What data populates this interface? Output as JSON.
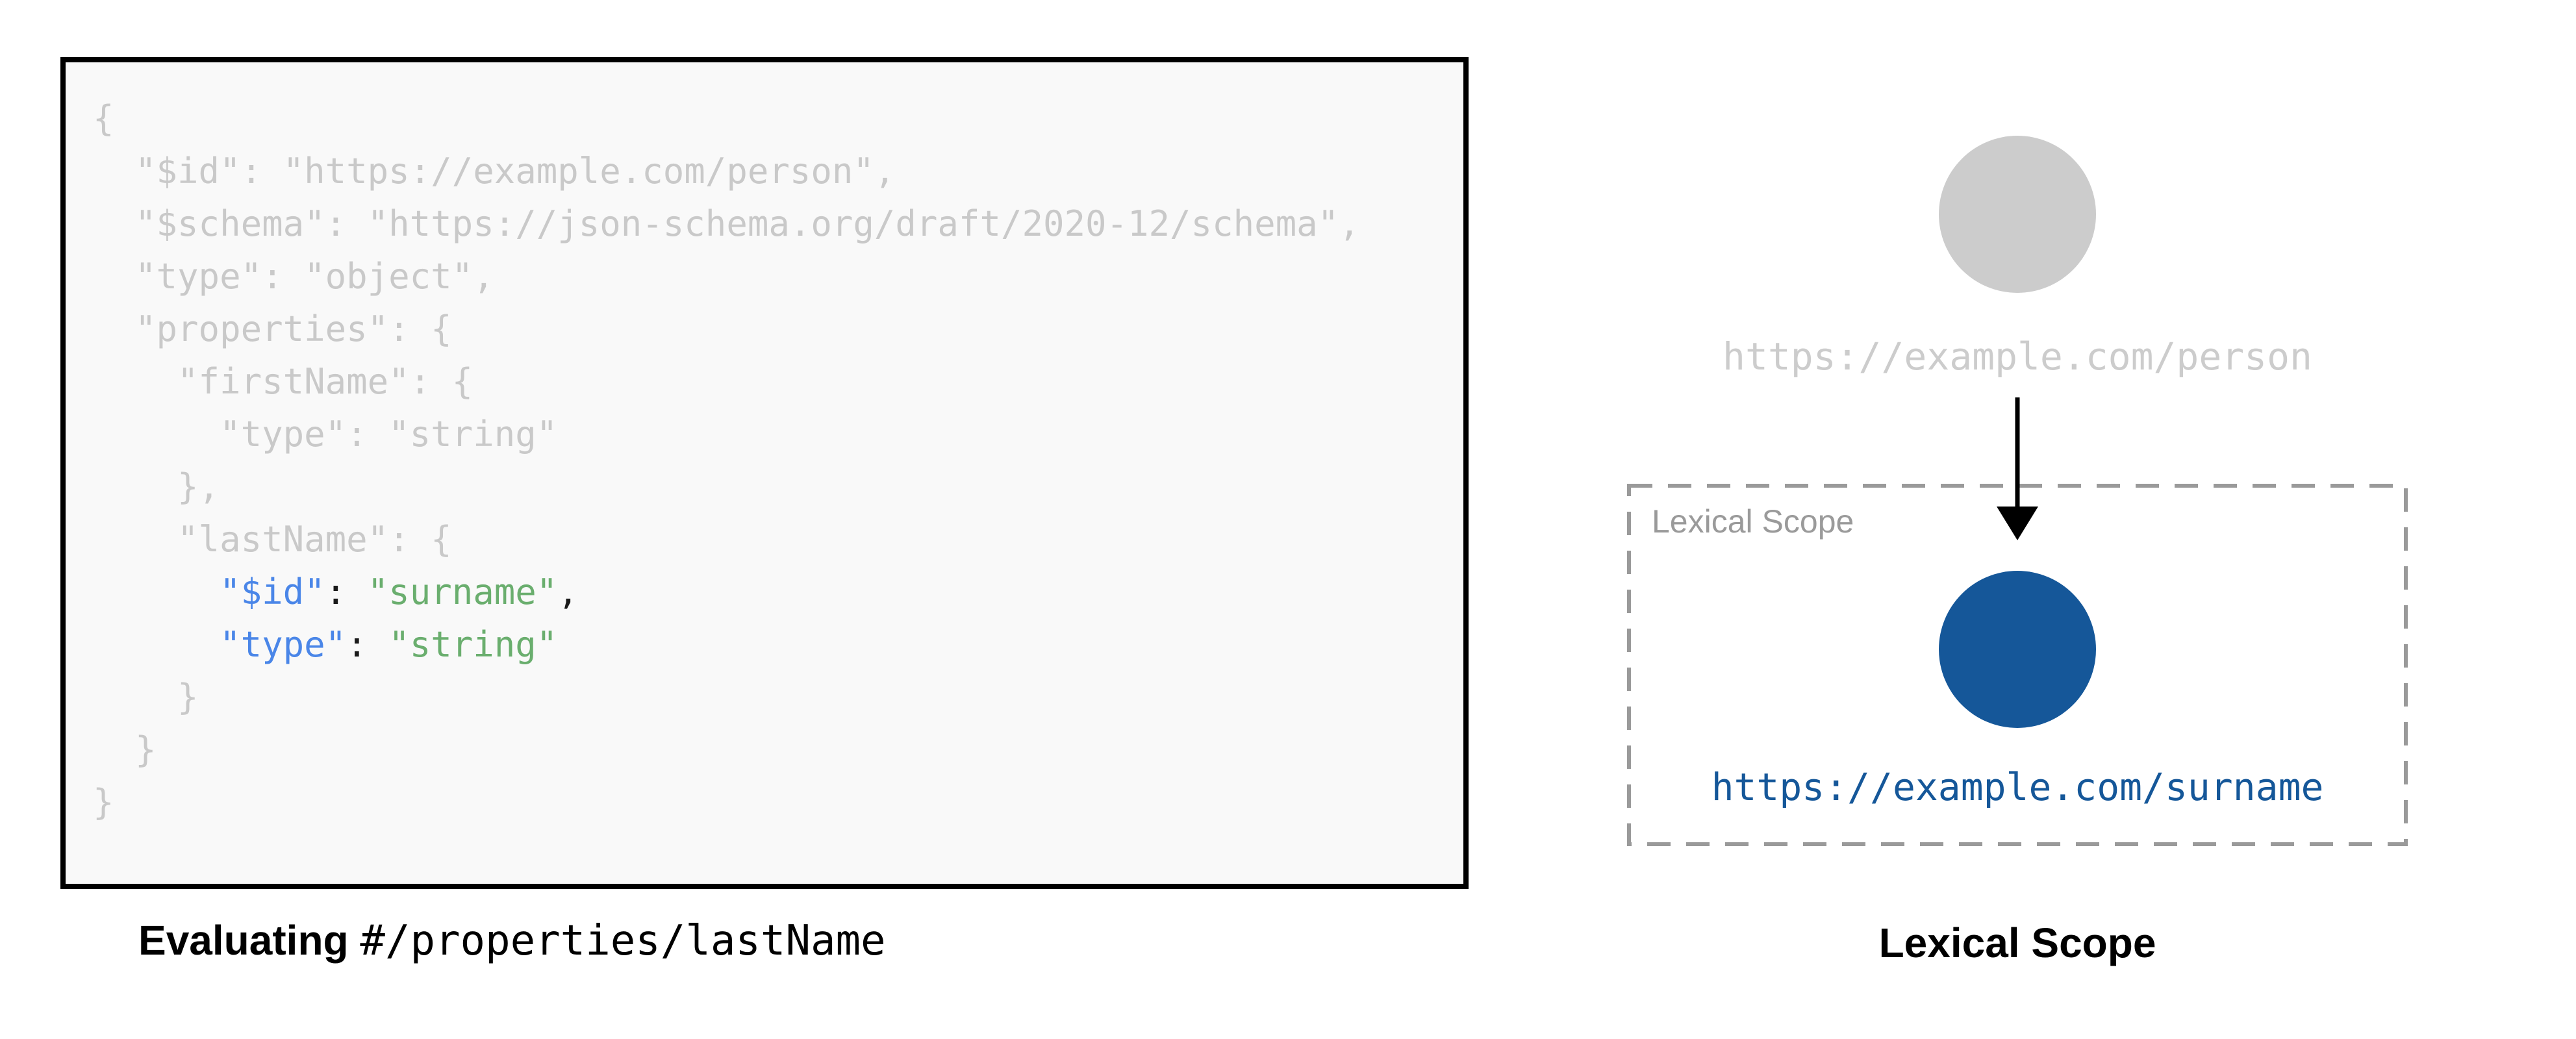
{
  "colors": {
    "code_muted": "#C9C9C9",
    "code_key": "#4A86E8",
    "code_string": "#6AAE6E",
    "code_plain": "#1A1A1A",
    "code_bg": "#F9F9F9",
    "code_border": "#000000",
    "gray_node": "#CCCCCC",
    "blue_node": "#155799",
    "dashed_border": "#9A9A9A",
    "label_gray": "#9A9A9A"
  },
  "code_panel": {
    "lines": [
      [
        {
          "t": "{",
          "c": "m"
        }
      ],
      [
        {
          "t": "  \"$id\": \"https://example.com/person\",",
          "c": "m"
        }
      ],
      [
        {
          "t": "  \"$schema\": \"https://json-schema.org/draft/2020-12/schema\",",
          "c": "m"
        }
      ],
      [
        {
          "t": "  \"type\": \"object\",",
          "c": "m"
        }
      ],
      [
        {
          "t": "  \"properties\": {",
          "c": "m"
        }
      ],
      [
        {
          "t": "    \"firstName\": {",
          "c": "m"
        }
      ],
      [
        {
          "t": "      \"type\": \"string\"",
          "c": "m"
        }
      ],
      [
        {
          "t": "    },",
          "c": "m"
        }
      ],
      [
        {
          "t": "    \"lastName\": {",
          "c": "m"
        }
      ],
      [
        {
          "t": "      ",
          "c": "m"
        },
        {
          "t": "\"$id\"",
          "c": "k"
        },
        {
          "t": ": ",
          "c": "p"
        },
        {
          "t": "\"surname\"",
          "c": "s"
        },
        {
          "t": ",",
          "c": "p"
        }
      ],
      [
        {
          "t": "      ",
          "c": "m"
        },
        {
          "t": "\"type\"",
          "c": "k"
        },
        {
          "t": ": ",
          "c": "p"
        },
        {
          "t": "\"string\"",
          "c": "s"
        }
      ],
      [
        {
          "t": "    }",
          "c": "m"
        }
      ],
      [
        {
          "t": "  }",
          "c": "m"
        }
      ],
      [
        {
          "t": "}",
          "c": "m"
        }
      ]
    ],
    "caption_prefix": "Evaluating ",
    "caption_pointer": "#/properties/lastName"
  },
  "diagram": {
    "parent_node": {
      "label": "https://example.com/person"
    },
    "scope_box": {
      "label": "Lexical Scope"
    },
    "child_node": {
      "label": "https://example.com/surname"
    },
    "caption": "Lexical Scope"
  }
}
